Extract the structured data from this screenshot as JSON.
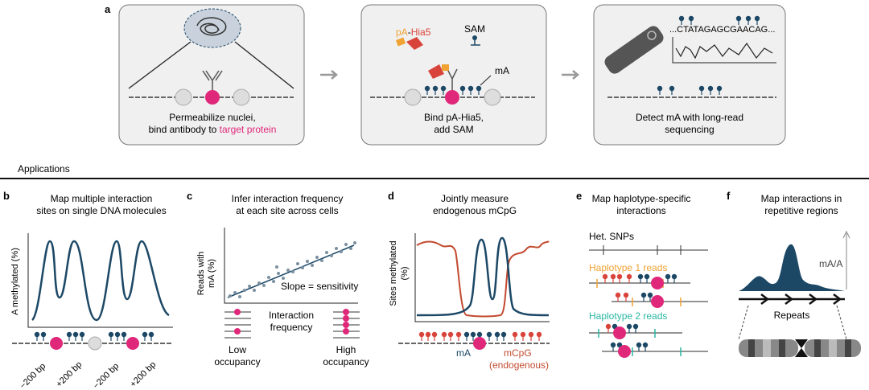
{
  "colors": {
    "navy": "#1c4866",
    "magenta": "#e0287a",
    "orange": "#f0a233",
    "red": "#d9443a",
    "rust": "#c24a2f",
    "teal": "#2ab7a2",
    "panel": "#f0f0f0",
    "gray": "#999999"
  },
  "panel_a": {
    "letter": "a",
    "box1": {
      "caption_line1": "Permeabilize nuclei,",
      "caption_line2_prefix": "bind antibody to ",
      "caption_line2_highlight": "target protein"
    },
    "box2": {
      "pa": "pA",
      "dash": "-",
      "hia5": "Hia5",
      "sam": "SAM",
      "ma": "mA",
      "caption_line1": "Bind pA-Hia5,",
      "caption_line2": "add SAM"
    },
    "box3": {
      "sequence": "...CTATAGAGCGAACAG...",
      "caption_line1": "Detect mA with long-read",
      "caption_line2": "sequencing"
    }
  },
  "applications_label": "Applications",
  "panel_b": {
    "letter": "b",
    "title_line1": "Map multiple interaction",
    "title_line2": "sites on single DNA molecules",
    "ylabel": "A methylated (%)",
    "ticks": [
      "−200 bp",
      "+200 bp",
      "−200 bp",
      "+200 bp"
    ]
  },
  "panel_c": {
    "letter": "c",
    "title_line1": "Infer interaction frequency",
    "title_line2": "at each site across cells",
    "ylabel_line1": "Reads with",
    "ylabel_line2": "mA (%)",
    "slope_label": "Slope = sensitivity",
    "xlabel_line1": "Interaction",
    "xlabel_line2": "frequency",
    "low_line1": "Low",
    "low_line2": "occupancy",
    "high_line1": "High",
    "high_line2": "occupancy"
  },
  "panel_d": {
    "letter": "d",
    "title_line1": "Jointly measure",
    "title_line2": "endogenous mCpG",
    "ylabel_line1": "Sites methylated",
    "ylabel_line2": "(%)",
    "ma_label": "mA",
    "mcpg_label": "mCpG",
    "endogenous_label": "(endogenous)"
  },
  "panel_e": {
    "letter": "e",
    "title_line1": "Map haplotype-specific",
    "title_line2": "interactions",
    "snps_label": "Het. SNPs",
    "hap1_label": "Haplotype 1 reads",
    "hap2_label": "Haplotype 2 reads"
  },
  "panel_f": {
    "letter": "f",
    "title_line1": "Map interactions in",
    "title_line2": "repetitive regions",
    "ma_ratio": "mA/A",
    "repeats_label": "Repeats"
  }
}
